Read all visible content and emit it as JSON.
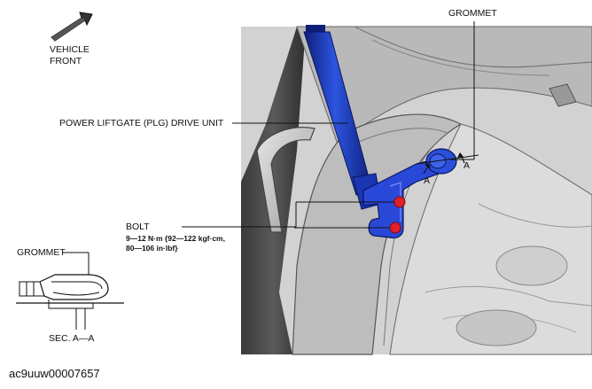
{
  "labels": {
    "vehicle_front_line1": "VEHICLE",
    "vehicle_front_line2": "FRONT",
    "plg_drive_unit": "POWER LIFTGATE (PLG) DRIVE UNIT",
    "grommet_top": "GROMMET",
    "grommet_left": "GROMMET",
    "bolt": "BOLT",
    "bolt_torque_line1": "9—12 N·m {92—122 kgf·cm,",
    "bolt_torque_line2": "80—106 in·lbf}",
    "section_marker_a": "A",
    "section_caption": "SEC. A—A"
  },
  "caption": "ac9uuw00007657",
  "colors": {
    "part_blue": "#1f3fc8",
    "part_blue_dark": "#0d1f7a",
    "bolt_red": "#e0202a",
    "body_gray": "#c8c8c8"
  },
  "icons": [
    "vehicle-front-arrow-icon"
  ]
}
